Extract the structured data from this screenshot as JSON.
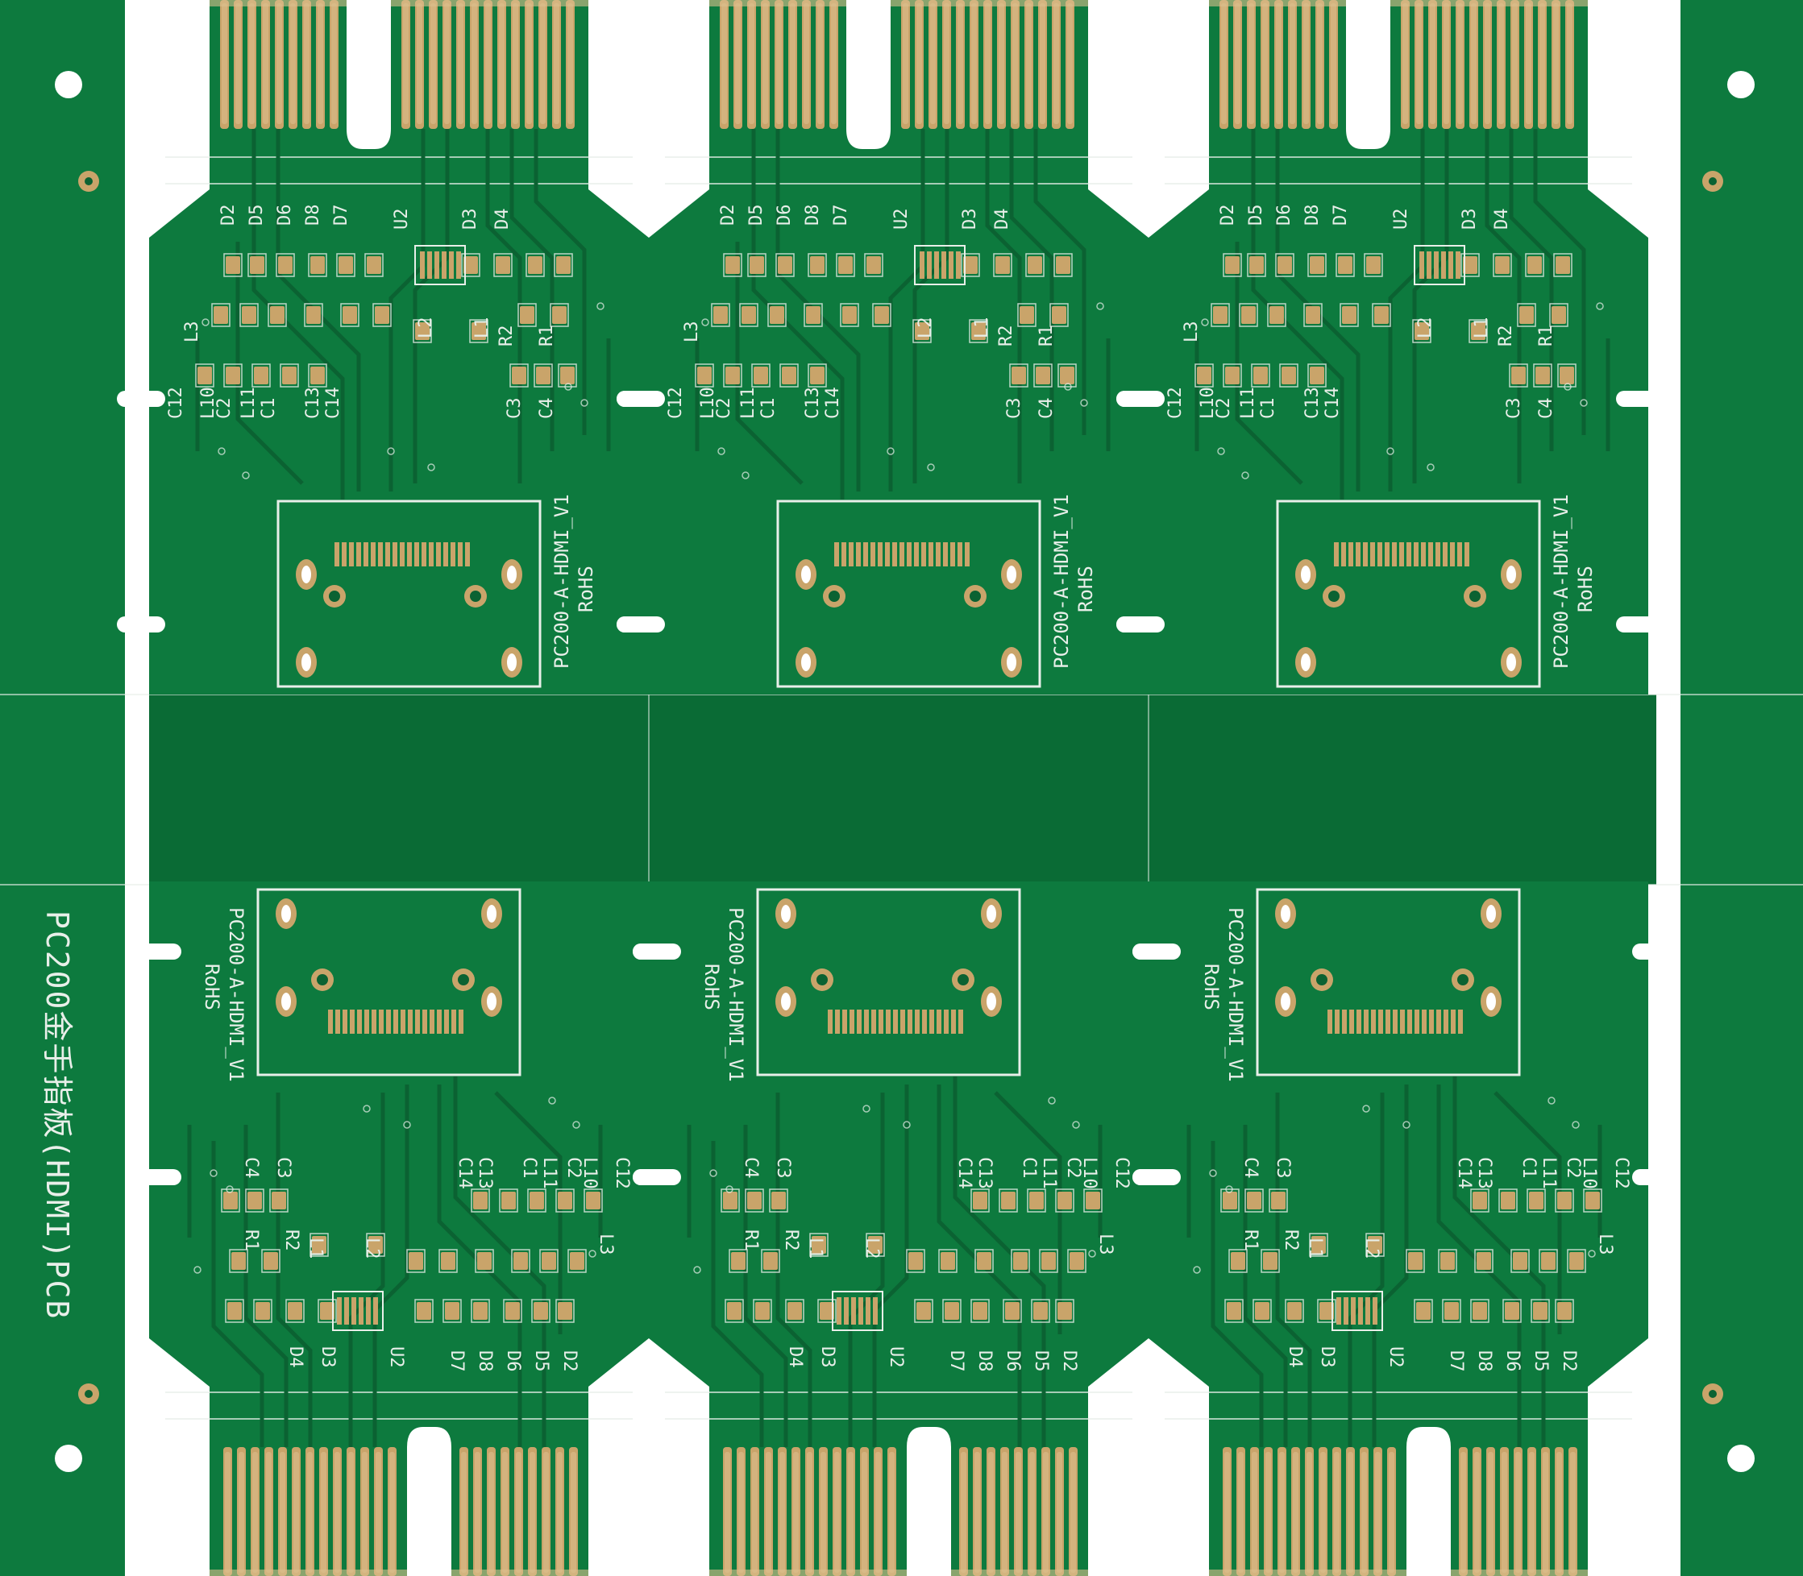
{
  "image": {
    "subject": "Gold-finger PCB panel with six HDMI adapter boards",
    "colors": {
      "solder_mask": "#0d7a3e",
      "solder_mask_dark": "#0a6b35",
      "trace": "#0b6232",
      "gold": "#c9a46a",
      "gold_light": "#dcc08e",
      "silkscreen": "#e8efe9",
      "background": "#ffffff",
      "hole": "#ffffff"
    }
  },
  "panel": {
    "side_label": "PC200金手指板(HDMI)PCB"
  },
  "board": {
    "part_label": "PC200-A-HDMI_V1",
    "rohs_label": "RoHS",
    "designators": [
      "D2",
      "D5",
      "D6",
      "D8",
      "D7",
      "U2",
      "D3",
      "D4",
      "L3",
      "L2",
      "L1",
      "R2",
      "R1",
      "C12",
      "L10",
      "C2",
      "L11",
      "C1",
      "C13",
      "C14",
      "C3",
      "C4"
    ]
  }
}
